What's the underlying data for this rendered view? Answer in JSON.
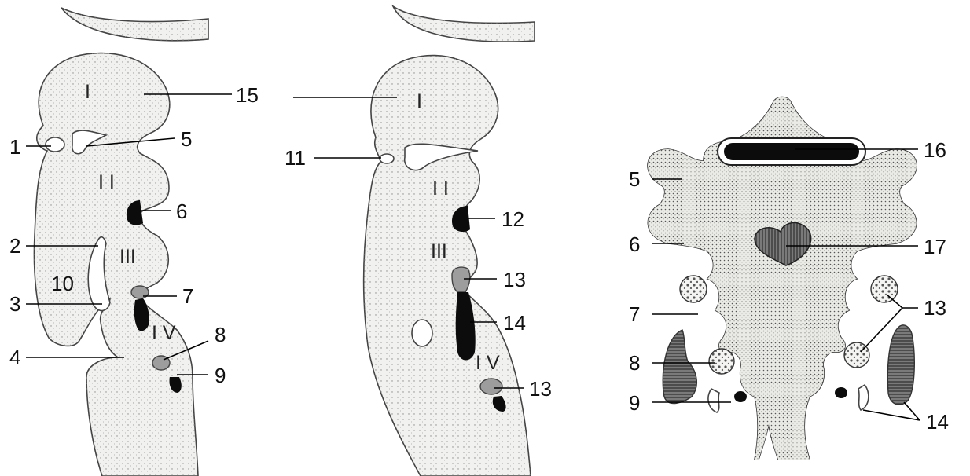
{
  "left_panel": {
    "roman_labels": [
      "I",
      "I I",
      "III",
      "I V"
    ],
    "numbers": [
      "1",
      "2",
      "3",
      "4",
      "5",
      "6",
      "7",
      "8",
      "9",
      "10",
      "15"
    ]
  },
  "middle_panel": {
    "roman_labels": [
      "I",
      "I I",
      "III",
      "I V"
    ],
    "numbers": [
      "11",
      "12",
      "13",
      "14",
      "13"
    ]
  },
  "right_panel": {
    "numbers": [
      "16",
      "5",
      "6",
      "17",
      "7",
      "13",
      "8",
      "9",
      "14"
    ]
  },
  "colors": {
    "tissue": "#f1f1ef",
    "black_structure": "#0c0c0c",
    "grey_structure": "#9d9d9d",
    "hatched_structure": "#6e6e6e"
  }
}
